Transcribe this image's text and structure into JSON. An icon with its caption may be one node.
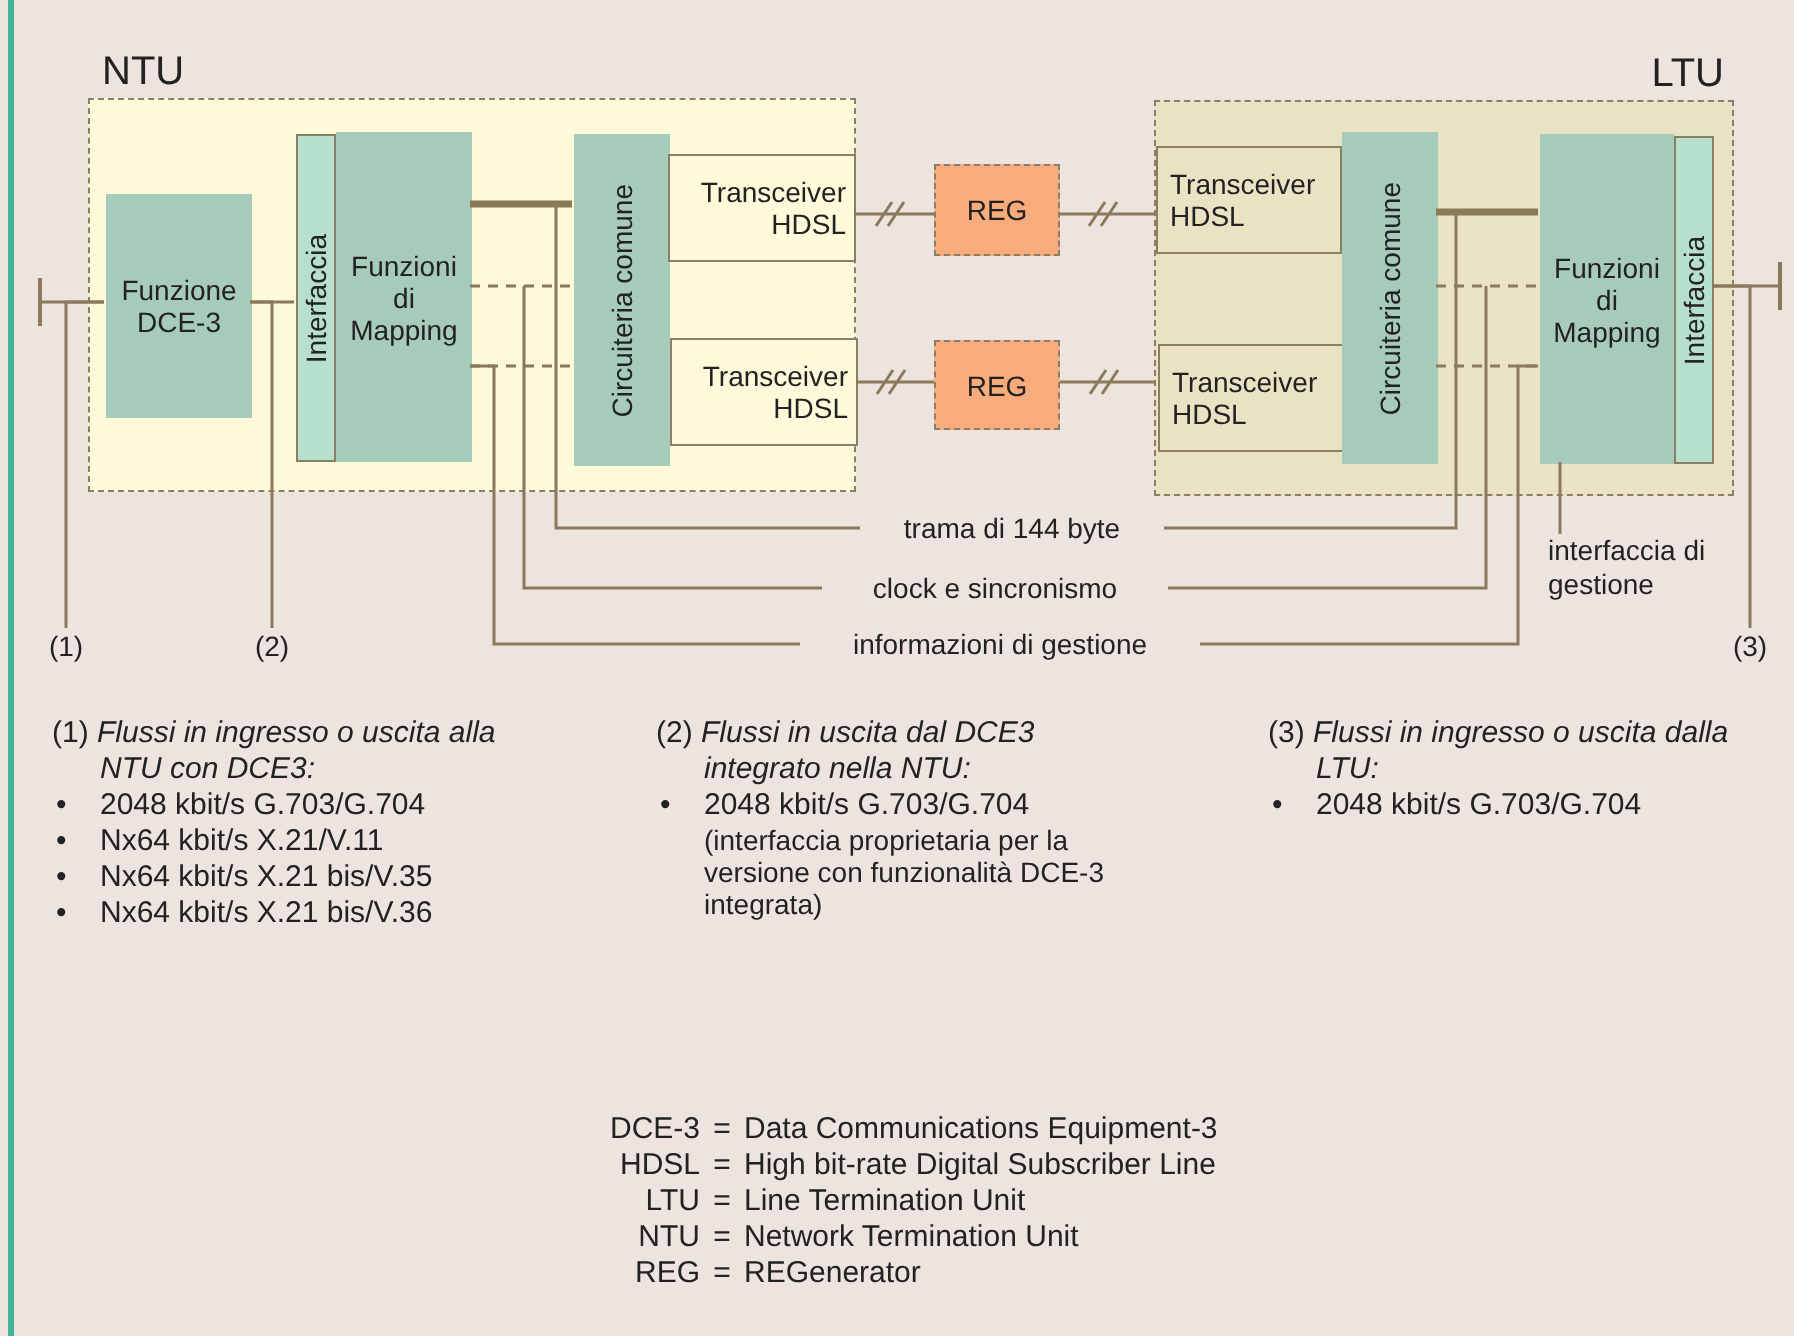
{
  "diagram": {
    "nodes": [
      {
        "text": [
          "NTU"
        ]
      },
      {
        "text": [
          "Funzione DCE-3"
        ],
        "in": 0
      },
      {
        "text": [
          "Interfaccia"
        ],
        "in": 0
      },
      {
        "text": [
          "Funzioni di Mapping"
        ],
        "in": 0
      },
      {
        "text": [
          "Circuiteria comune"
        ],
        "in": 0
      },
      {
        "text": [
          "Transceiver HDSL"
        ],
        "in": 0
      },
      {
        "text": [
          "Transceiver HDSL"
        ],
        "in": 0
      },
      {
        "text": [
          "REG"
        ]
      },
      {
        "text": [
          "REG"
        ]
      },
      {
        "text": [
          "LTU"
        ]
      },
      {
        "text": [
          "Transceiver HDSL"
        ],
        "in": 9
      },
      {
        "text": [
          "Transceiver HDSL"
        ],
        "in": 9
      },
      {
        "text": [
          "Circuiteria comune"
        ],
        "in": 9
      },
      {
        "text": [
          "Funzioni di Mapping"
        ],
        "in": 9
      },
      {
        "text": [
          "Interfaccia"
        ],
        "in": 9
      },
      {
        "text": [
          "trama di 144 byte"
        ]
      },
      {
        "text": [
          "clock e sincronismo"
        ]
      },
      {
        "text": [
          "informazioni di gestione"
        ]
      },
      {
        "text": [
          "interfaccia di gestione"
        ]
      },
      {
        "text": [
          "(1)"
        ]
      },
      {
        "text": [
          "(2)"
        ]
      },
      {
        "text": [
          "(3)"
        ]
      }
    ],
    "edges": [
      {
        "from": null,
        "to": 1,
        "arrow": "other"
      },
      {
        "from": 1,
        "to": 2,
        "arrow": "none"
      },
      {
        "from": 3,
        "to": 4,
        "arrow": "none",
        "style": "thick"
      },
      {
        "from": 3,
        "to": 4,
        "arrow": "none",
        "style": "dashed"
      },
      {
        "from": 3,
        "to": 4,
        "arrow": "none",
        "style": "dashed"
      },
      {
        "from": 5,
        "to": 7,
        "arrow": "none"
      },
      {
        "from": 7,
        "to": 10,
        "arrow": "none"
      },
      {
        "from": 6,
        "to": 8,
        "arrow": "none"
      },
      {
        "from": 8,
        "to": 11,
        "arrow": "none"
      },
      {
        "from": 12,
        "to": 13,
        "arrow": "none",
        "style": "thick"
      },
      {
        "from": 12,
        "to": 13,
        "arrow": "none",
        "style": "dashed"
      },
      {
        "from": 12,
        "to": 13,
        "arrow": "none",
        "style": "dashed"
      },
      {
        "from": 14,
        "to": null,
        "arrow": "other"
      },
      {
        "from": 15,
        "to": 4,
        "arrow": "none"
      },
      {
        "from": 15,
        "to": 12,
        "arrow": "none"
      },
      {
        "from": 16,
        "to": null,
        "arrow": "none"
      },
      {
        "from": 16,
        "to": null,
        "arrow": "none"
      },
      {
        "from": 17,
        "to": 3,
        "arrow": "none"
      },
      {
        "from": 17,
        "to": 13,
        "arrow": "none"
      },
      {
        "from": 18,
        "to": 13,
        "arrow": "none"
      },
      {
        "from": 19,
        "to": 1,
        "arrow": "none"
      },
      {
        "from": 20,
        "to": 1,
        "arrow": "none"
      },
      {
        "from": 21,
        "to": 14,
        "arrow": "none"
      }
    ],
    "labels": [
      "(1) *Flussi in ingresso o uscita alla NTU con DCE3:*",
      "•",
      "2048 kbit/s G.703/G.704",
      "•",
      "Nx64 kbit/s X.21/V.11",
      "•",
      "Nx64 kbit/s X.21 bis/V.35",
      "•",
      "Nx64 kbit/s X.21 bis/V.36",
      "(2) *Flussi in uscita dal DCE3 integrato nella NTU:*",
      "•",
      "2048 kbit/s G.703/G.704",
      "(interfaccia proprietaria per la versione con funzionalità DCE-3 integrata)",
      "(3) *Flussi in ingresso o uscita dalla LTU:*",
      "•",
      "2048 kbit/s G.703/G.704",
      "DCE-3",
      "=",
      "Data Communications Equipment-3",
      "HDSL",
      "=",
      "High bit-rate Digital Subscriber Line",
      "LTU",
      "=",
      "Line Termination Unit",
      "NTU",
      "=",
      "Network Termination Unit",
      "REG",
      "=",
      "REGenerator"
    ]
  }
}
